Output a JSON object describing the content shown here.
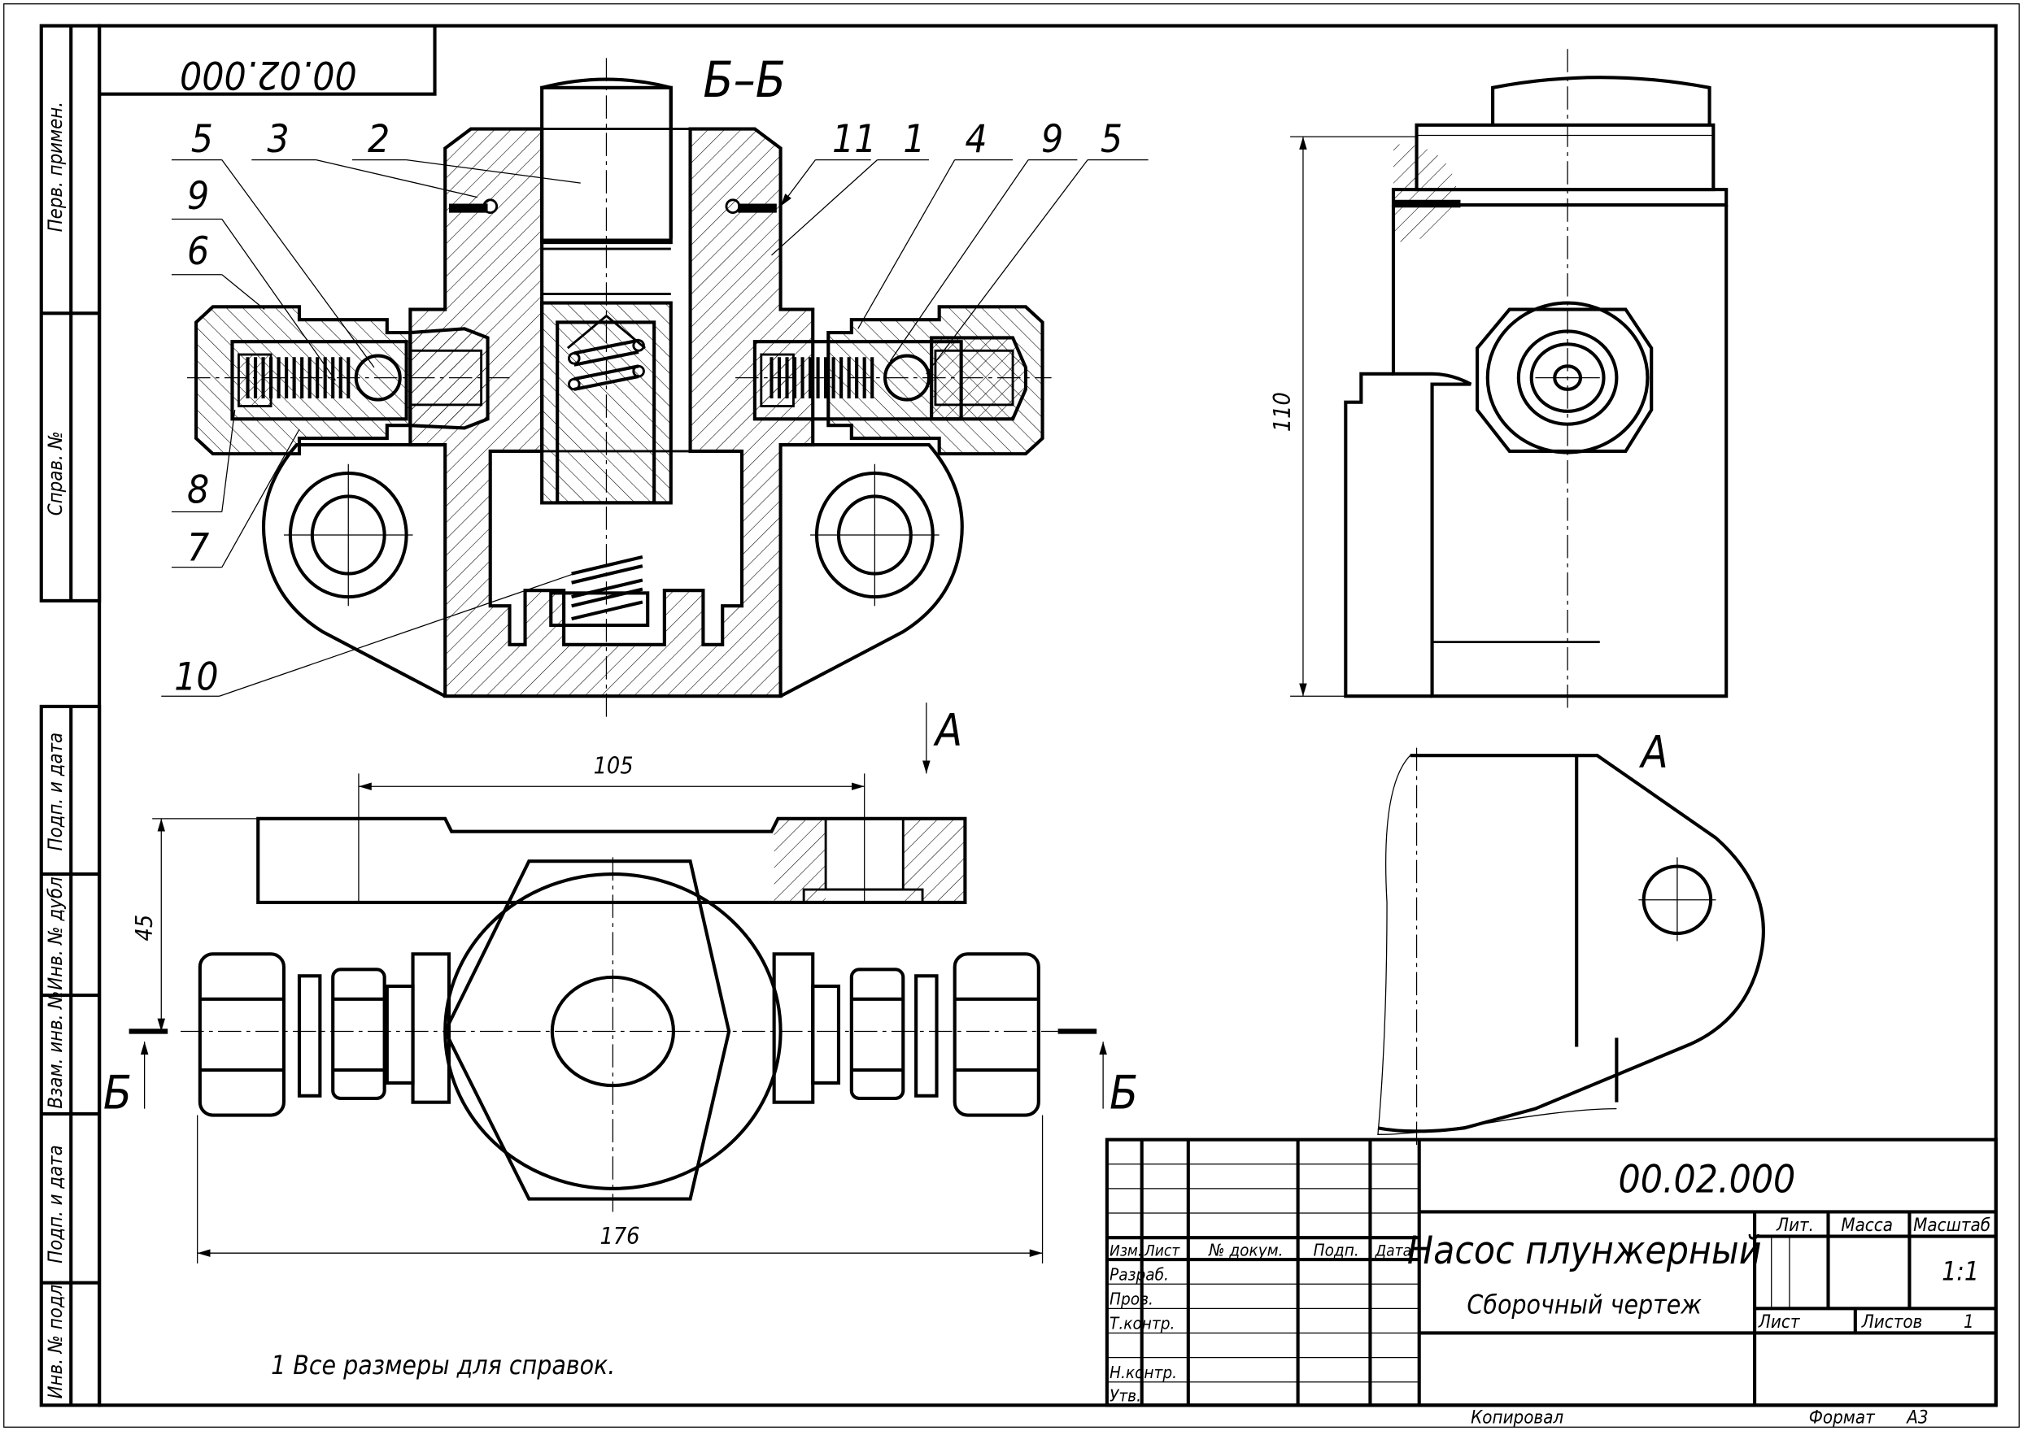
{
  "drawing": {
    "designation": "00.02.000",
    "designation_rotated": "00.02.000",
    "section_label": "Б–Б",
    "view_a_label": "А",
    "view_a_arrow_label": "А",
    "cut_plane_label_left": "Б",
    "cut_plane_label_right": "Б",
    "note": "1 Все размеры для справок.",
    "dimensions": {
      "width_top": "105",
      "height_left": "45",
      "overall_width": "176",
      "side_height": "110"
    },
    "callouts_left": [
      "5",
      "3",
      "2",
      "9",
      "6",
      "8",
      "7",
      "10"
    ],
    "callouts_right": [
      "11",
      "1",
      "4",
      "9",
      "5"
    ]
  },
  "left_strip": {
    "top": [
      "Перв. примен.",
      "Справ. №"
    ],
    "bottom": [
      "Подп. и дата",
      "Инв. № дубл.",
      "Взам. инв. №",
      "Подп. и дата",
      "Инв. № подл."
    ]
  },
  "title_block": {
    "designation": "00.02.000",
    "name": "Насос плунжерный",
    "doc_type": "Сборочный чертеж",
    "headers": {
      "izm": "Изм.",
      "list": "Лист",
      "doc_no": "№ докум.",
      "sign": "Подп.",
      "date": "Дата"
    },
    "roles": [
      "Разраб.",
      "Пров.",
      "Т.контр.",
      "",
      "Н.контр.",
      "Утв."
    ],
    "lit_label": "Лит.",
    "mass_label": "Масса",
    "scale_label": "Масштаб",
    "scale_value": "1:1",
    "sheet_label": "Лист",
    "sheets_label": "Листов",
    "sheets_value": "1",
    "copied_label": "Копировал",
    "format_label": "Формат",
    "format_value": "А3"
  }
}
